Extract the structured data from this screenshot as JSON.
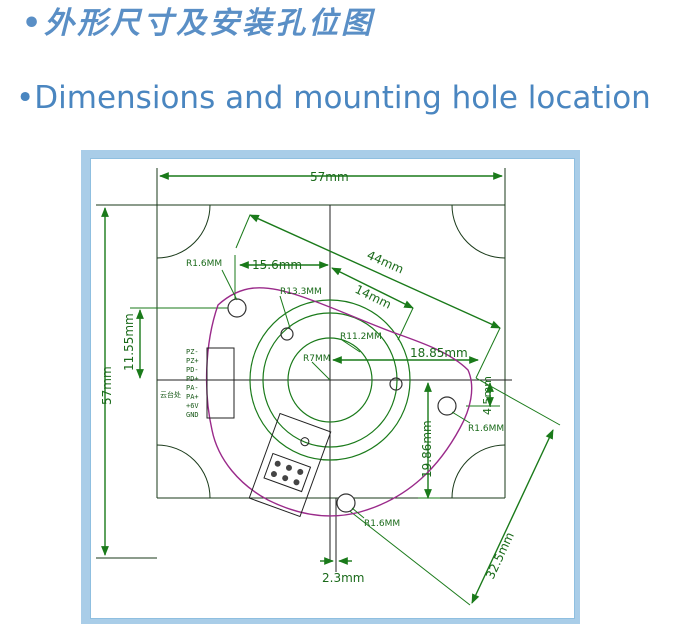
{
  "header": {
    "title_cn": "•外形尺寸及安装孔位图",
    "title_en": "•Dimensions and mounting hole location"
  },
  "colors": {
    "title": "#4a86c0",
    "frame": "#a9cde8",
    "dimension_lines": "#1a7a1a",
    "board_outline": "#9a2a8a"
  },
  "drawing": {
    "dim_width": "57mm",
    "dim_height": "57mm",
    "dim_44": "44mm",
    "dim_14": "14mm",
    "dim_15_6": "15.6mm",
    "dim_11_55": "11.55mm",
    "dim_18_85": "18.85mm",
    "dim_19_86": "19.86mm",
    "dim_4_5": "4.5mm",
    "dim_32_5": "32.5mm",
    "dim_2_3": "2.3mm",
    "r_13_3": "R13.3MM",
    "r_11_2": "R11.2MM",
    "r_7": "R7MM",
    "r_hole_top": "R1.6MM",
    "r_hole_right": "R1.6MM",
    "r_hole_bottom": "R1.6MM",
    "connector_label": "云台处",
    "pins": [
      "PZ-",
      "PZ+",
      "PD-",
      "PD+",
      "PA-",
      "PA+",
      "+6V",
      "GND"
    ]
  }
}
